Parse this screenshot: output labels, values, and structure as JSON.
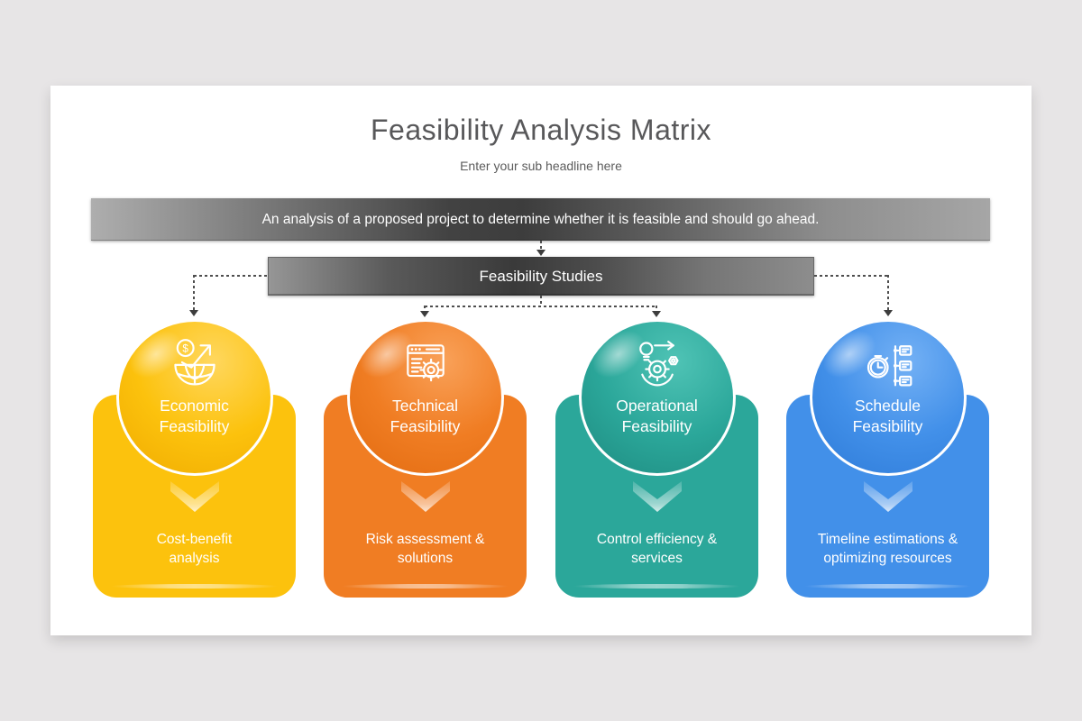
{
  "slide": {
    "title": "Feasibility Analysis Matrix",
    "subtitle": "Enter your sub headline here",
    "description_bar": "An analysis of a proposed project to determine whether it is feasible and should go ahead.",
    "studies_bar_label": "Feasibility Studies"
  },
  "colors": {
    "background": "#e7e5e6",
    "panel": "#ffffff",
    "bar_gradient_dark": "#3d3d3d",
    "bar_gradient_light": "#aeaeae",
    "connector": "#4e4e4e",
    "title_text": "#58585a",
    "bar_text": "#ffffff"
  },
  "cards": [
    {
      "id": "economic",
      "title": "Economic\nFeasibility",
      "description": "Cost-benefit\nanalysis",
      "icon": "economic-growth-globe-icon",
      "colors": {
        "base": "#fcc20d",
        "light": "#ffd75e",
        "dark": "#f0ab00"
      }
    },
    {
      "id": "technical",
      "title": "Technical\nFeasibility",
      "description": "Risk assessment &\nsolutions",
      "icon": "browser-gear-icon",
      "colors": {
        "base": "#f07d23",
        "light": "#f9a159",
        "dark": "#e26b10"
      }
    },
    {
      "id": "operational",
      "title": "Operational\nFeasibility",
      "description": "Control efficiency &\nservices",
      "icon": "gears-idea-process-icon",
      "colors": {
        "base": "#2ba79a",
        "light": "#4fc3b5",
        "dark": "#1e8b80"
      }
    },
    {
      "id": "schedule",
      "title": "Schedule\nFeasibility",
      "description": "Timeline estimations &\noptimizing resources",
      "icon": "stopwatch-timeline-icon",
      "colors": {
        "base": "#4290e9",
        "light": "#74b1f5",
        "dark": "#2e7bd8"
      }
    }
  ]
}
